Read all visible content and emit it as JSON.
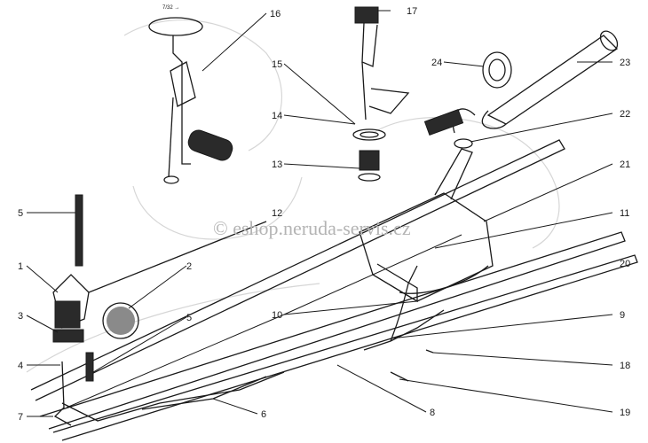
{
  "watermark": "© eshop.neruda-servis.cz",
  "gauge_mark": "7/32 →",
  "labels": {
    "l1": "1",
    "l2": "2",
    "l3": "3",
    "l4": "4",
    "l5a": "5",
    "l5b": "5",
    "l6": "6",
    "l7": "7",
    "l8": "8",
    "l9": "9",
    "l10": "10",
    "l11": "11",
    "l12": "12",
    "l13": "13",
    "l14": "14",
    "l15": "15",
    "l16": "16",
    "l17": "17",
    "l18": "18",
    "l19": "19",
    "l20": "20",
    "l21": "21",
    "l22": "22",
    "l23": "23",
    "l24": "24"
  }
}
